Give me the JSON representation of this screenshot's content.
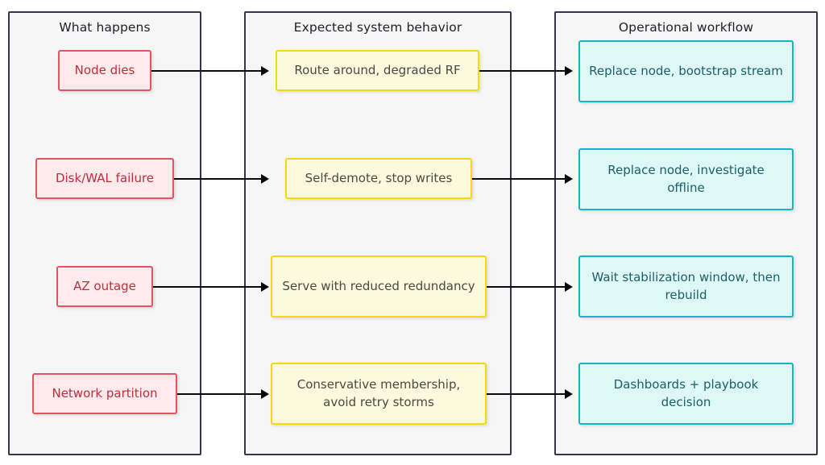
{
  "diagram": {
    "type": "flowchart",
    "groups": [
      {
        "id": "what-happens",
        "title": "What happens"
      },
      {
        "id": "expected-system-behavior",
        "title": "Expected system behavior"
      },
      {
        "id": "operational-workflow",
        "title": "Operational workflow"
      }
    ],
    "rows": [
      {
        "cause": "Node dies",
        "behavior": "Route around, degraded RF",
        "workflow": "Replace node, bootstrap stream"
      },
      {
        "cause": "Disk/WAL failure",
        "behavior": "Self-demote, stop writes",
        "workflow": "Replace node, investigate offline"
      },
      {
        "cause": "AZ outage",
        "behavior": "Serve with reduced redundancy",
        "workflow": "Wait stabilization window, then rebuild"
      },
      {
        "cause": "Network partition",
        "behavior": "Conservative membership, avoid retry storms",
        "workflow": "Dashboards + playbook decision"
      }
    ],
    "colors": {
      "group_border": "#36364a",
      "group_fill": "#f6f6f6",
      "cause_fill": "#fdeaed",
      "cause_border": "#e0555f",
      "cause_text": "#bd2f3c",
      "behavior_fill": "#fbfade",
      "behavior_border": "#f4d810",
      "behavior_text": "#4b4a41",
      "workflow_fill": "#ddf8f6",
      "workflow_border": "#18b3c4",
      "workflow_text": "#1d5f66",
      "arrow": "#0a0a0a",
      "page_background": "#ffffff"
    }
  }
}
